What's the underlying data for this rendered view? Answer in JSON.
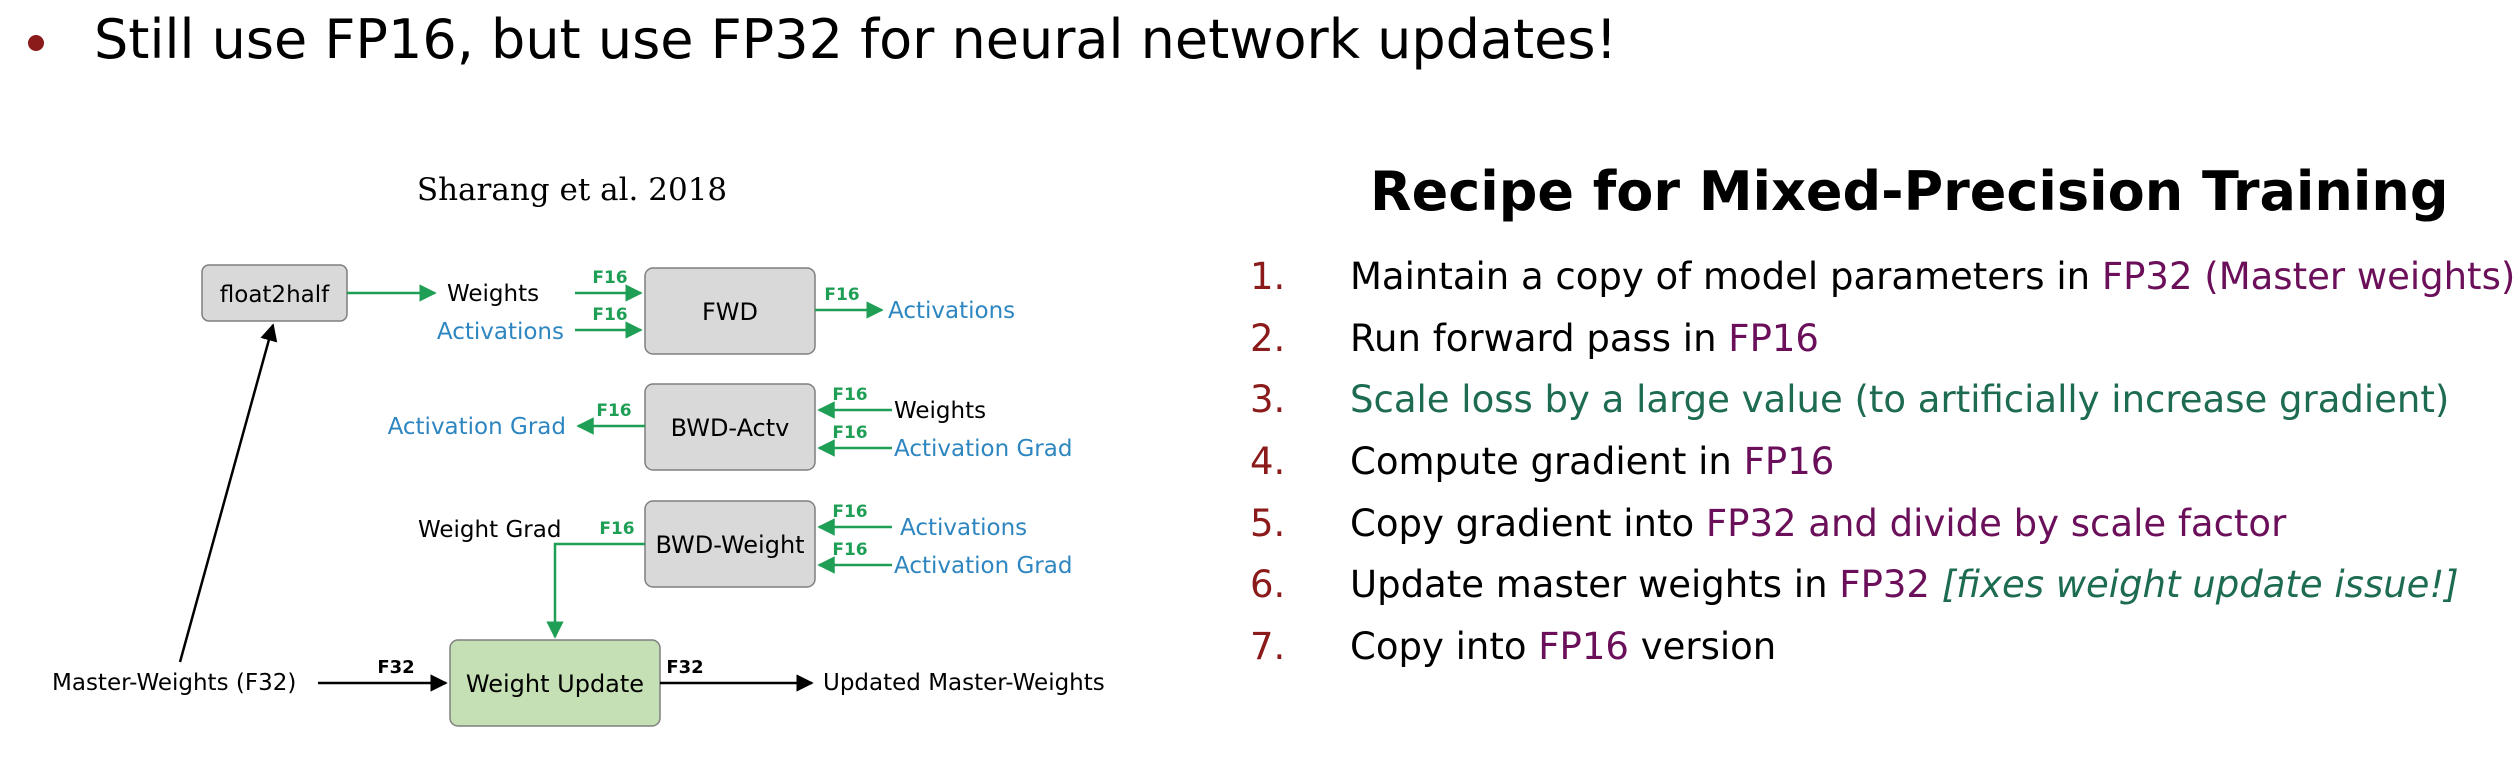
{
  "headline": "Still use FP16, but use FP32 for neural network updates!",
  "diagram": {
    "citation": "Sharang et al. 2018",
    "boxes": {
      "float2half": "float2half",
      "fwd": "FWD",
      "bwd_actv": "BWD-Actv",
      "bwd_weight": "BWD-Weight",
      "weight_update": "Weight Update"
    },
    "labels": {
      "weights_fwd": "Weights",
      "activations_fwd_in": "Activations",
      "activations_fwd_out": "Activations",
      "activation_grad_out": "Activation Grad",
      "weights_bwd": "Weights",
      "activation_grad_in": "Activation Grad",
      "weight_grad": "Weight Grad",
      "activations_bwdw": "Activations",
      "activation_grad_bwdw": "Activation Grad",
      "master_weights": "Master-Weights (F32)",
      "updated_master": "Updated Master-Weights"
    },
    "precision": {
      "f16": "F16",
      "f32": "F32"
    },
    "colors": {
      "green": "#1f9f55",
      "blue": "#2e86c1",
      "box_gray": "#d9d9d9",
      "box_green": "#c5e0b4"
    }
  },
  "recipe": {
    "title": "Recipe for Mixed-Precision Training",
    "colors": {
      "number": "#8b1a1a",
      "purple": "#6b0f5a",
      "teal": "#1d6b52"
    },
    "items": [
      {
        "num": "1.",
        "parts": [
          {
            "t": "Maintain a copy of model parameters in ",
            "c": "black"
          },
          {
            "t": "FP32 (Master weights)",
            "c": "purple"
          }
        ]
      },
      {
        "num": "2.",
        "parts": [
          {
            "t": "Run forward pass in ",
            "c": "black"
          },
          {
            "t": "FP16",
            "c": "purple"
          }
        ]
      },
      {
        "num": "3.",
        "parts": [
          {
            "t": "Scale loss by a large value (to artificially increase gradient)",
            "c": "teal"
          }
        ]
      },
      {
        "num": "4.",
        "parts": [
          {
            "t": "Compute gradient in ",
            "c": "black"
          },
          {
            "t": "FP16",
            "c": "purple"
          }
        ]
      },
      {
        "num": "5.",
        "parts": [
          {
            "t": "Copy gradient into ",
            "c": "black"
          },
          {
            "t": "FP32 and divide by scale factor",
            "c": "purple"
          }
        ]
      },
      {
        "num": "6.",
        "parts": [
          {
            "t": "Update master weights in ",
            "c": "black"
          },
          {
            "t": "FP32 ",
            "c": "purple"
          },
          {
            "t": "[fixes weight update issue!]",
            "c": "teal",
            "i": true
          }
        ]
      },
      {
        "num": "7.",
        "parts": [
          {
            "t": "Copy into ",
            "c": "black"
          },
          {
            "t": "FP16",
            "c": "purple"
          },
          {
            "t": " version",
            "c": "black"
          }
        ]
      }
    ]
  }
}
